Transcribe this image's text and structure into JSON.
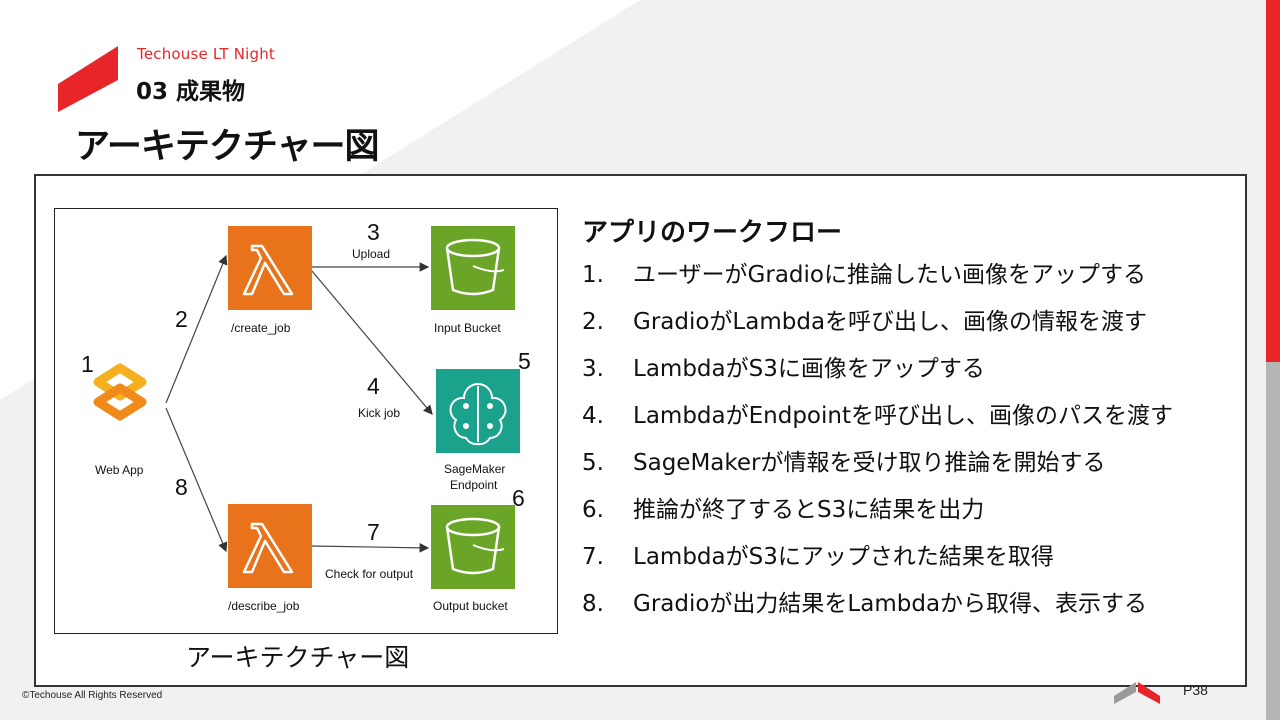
{
  "header": {
    "subtitle": "Techouse LT Night",
    "section": "03 成果物",
    "title": "アーキテクチャー図"
  },
  "diagram": {
    "caption": "アーキテクチャー図",
    "nodes": {
      "web_app": "Web App",
      "create_job": "/create_job",
      "describe_job": "/describe_job",
      "input_bucket": "Input Bucket",
      "output_bucket": "Output bucket",
      "sagemaker_line1": "SageMaker",
      "sagemaker_line2": "Endpoint"
    },
    "edges": {
      "upload": "Upload",
      "kick_job": "Kick job",
      "check_output": "Check for output"
    },
    "step_numbers": {
      "n1": "1",
      "n2": "2",
      "n3": "3",
      "n4": "4",
      "n5": "5",
      "n6": "6",
      "n7": "7",
      "n8": "8"
    },
    "colors": {
      "lambda": "#e8731a",
      "s3": "#6aa528",
      "sagemaker": "#1aa28c",
      "web_app": "#f5a623"
    }
  },
  "workflow": {
    "title": "アプリのワークフロー",
    "items": [
      {
        "num": "1.",
        "text": "ユーザーがGradioに推論したい画像をアップする"
      },
      {
        "num": "2.",
        "text": "GradioがLambdaを呼び出し、画像の情報を渡す"
      },
      {
        "num": "3.",
        "text": "LambdaがS3に画像をアップする"
      },
      {
        "num": "4.",
        "text": "LambdaがEndpointを呼び出し、画像のパスを渡す"
      },
      {
        "num": "5.",
        "text": "SageMakerが情報を受け取り推論を開始する"
      },
      {
        "num": "6.",
        "text": "推論が終了するとS3に結果を出力"
      },
      {
        "num": "7.",
        "text": "LambdaがS3にアップされた結果を取得"
      },
      {
        "num": "8.",
        "text": "Gradioが出力結果をLambdaから取得、表示する"
      }
    ]
  },
  "footer": {
    "copyright": "©Techouse All Rights Reserved",
    "page": "P38"
  },
  "colors": {
    "accent": "#e8262a",
    "bar_gray": "#b5b5b5"
  }
}
